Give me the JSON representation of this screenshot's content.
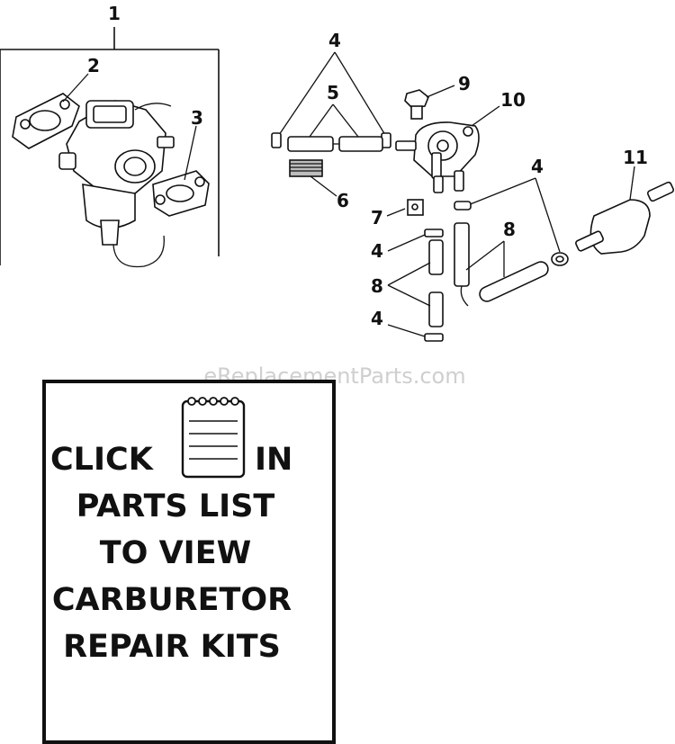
{
  "watermark": "eReplacementParts.com",
  "callouts": {
    "c1": "1",
    "c2": "2",
    "c3": "3",
    "c4a": "4",
    "c4b": "4",
    "c4c": "4",
    "c4d": "4",
    "c5": "5",
    "c6": "6",
    "c7": "7",
    "c8a": "8",
    "c8b": "8",
    "c9": "9",
    "c10": "10",
    "c11": "11"
  },
  "notice": {
    "line1_left": "CLICK",
    "line1_right": "IN",
    "line2": "PARTS LIST",
    "line3": "TO VIEW",
    "line4": "CARBURETOR",
    "line5": "REPAIR KITS",
    "icon": "notepad-icon"
  }
}
